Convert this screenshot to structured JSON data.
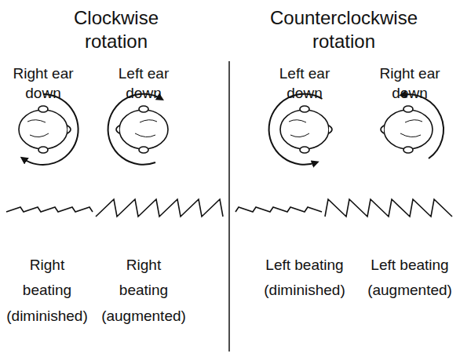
{
  "diagram": {
    "labels": [
      "Clockwise rotation",
      "Counterclockwise rotation",
      "Right ear down",
      "Left ear down",
      "Left ear down",
      "Right ear down",
      "Right beating (diminished)",
      "Right beating (augmented)",
      "Left beating (diminished)",
      "Left beating (augmented)"
    ]
  }
}
